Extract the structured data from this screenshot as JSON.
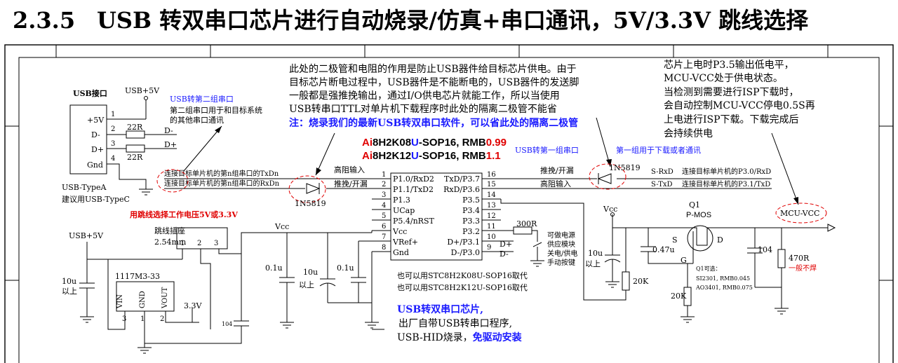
{
  "heading": {
    "number": "2.3.5",
    "title": "USB 转双串口芯片进行自动烧录/仿真+串口通讯，5V/3.3V 跳线选择"
  },
  "colors": {
    "blue": "#1a1aff",
    "red": "#e00000",
    "ink": "#000000"
  },
  "usb": {
    "title": "USB接口",
    "vcc": "USB+5V",
    "pins": [
      "+5V",
      "D-",
      "D+",
      "Gnd"
    ],
    "pin_numbers": [
      "1",
      "2",
      "3",
      "4"
    ],
    "r1": "22R",
    "r2": "22R",
    "dm": "D-",
    "dp": "D+",
    "type_line1": "USB-TypeA",
    "type_line2": "建议用USB-TypeC"
  },
  "group2": {
    "title": "USB转第二组串口",
    "desc_line1": "第二组串口用于和目标系统",
    "desc_line2": "的其他串口通讯",
    "rxd_label": "连接目标单片机的第n组串口的TxDn",
    "txd_label": "连接目标单片机的第n组串口的RxDn"
  },
  "diode_note": {
    "lines": [
      "此处的二极管和电阻的作用是防止USB器件给目标芯片供电。由于",
      "目标芯片断电过程中，USB器件是不能断电的，USB器件的发送脚",
      "一般都是强推挽输出，通过I/O供电芯片就能工作，所以当使用",
      "USB转串口TTL对单片机下载程序时此处的隔离二极管不能省"
    ],
    "highlight": "注：烧录我们的最新USB转双串口软件，可以省此处的隔离二极管"
  },
  "chip": {
    "name1_prefix": "Ai",
    "name1_mid": "8H2K08",
    "name1_u": "U",
    "name1_rest": "-SOP16, RMB",
    "name1_price": "0.99",
    "name2_prefix": "Ai",
    "name2_mid": "8H2K12",
    "name2_u": "U",
    "name2_rest": "-SOP16, RMB",
    "name2_price": "1.1",
    "left_pins": [
      {
        "num": "1",
        "name": "P1.0/RxD2"
      },
      {
        "num": "2",
        "name": "P1.1/TxD2"
      },
      {
        "num": "3",
        "name": "P1.3"
      },
      {
        "num": "4",
        "name": "UCap"
      },
      {
        "num": "5",
        "name": "P5.4/nRST"
      },
      {
        "num": "6",
        "name": "Vcc"
      },
      {
        "num": "7",
        "name": "VRef+"
      },
      {
        "num": "8",
        "name": "Gnd"
      }
    ],
    "right_pins": [
      {
        "num": "16",
        "name": "TxD/P3.7"
      },
      {
        "num": "15",
        "name": "RxD/P3.6"
      },
      {
        "num": "14",
        "name": "P3.5"
      },
      {
        "num": "13",
        "name": "P3.4"
      },
      {
        "num": "12",
        "name": "P3.3"
      },
      {
        "num": "11",
        "name": "P3.2"
      },
      {
        "num": "10",
        "name": "D+/P3.1"
      },
      {
        "num": "9",
        "name": "D-/P3.0"
      }
    ],
    "hiz_in": "高阻输入",
    "pp_od": "推挽/开漏",
    "d_plus": "D+",
    "d_minus": "D-",
    "alt1": "也可以用STC8H2K08U-SOP16取代",
    "alt2": "也可以用STC8H2K12U-SOP16取代"
  },
  "diode": {
    "left": "1N5819",
    "right": "1N5819"
  },
  "group1": {
    "title": "USB转第一组串口",
    "desc": "第一组用于下载或者通讯",
    "pp_od": "推挽/开漏",
    "hiz_in": "高阻输入",
    "srxd": "S-RxD",
    "stxd": "S-TxD",
    "rxd_label": "连接目标单片机的P3.0/RxD",
    "txd_label": "连接目标单片机的P3.1/TxD"
  },
  "power_note": {
    "lines": [
      "芯片上电时P3.5输出低电平，",
      "MCU-VCC处于供电状态。",
      "当检测到需要进行ISP下载时，",
      "会自动控制MCU-VCC停电0.5S再",
      "上电进行ISP下载。下载完成后",
      "会持续供电"
    ]
  },
  "jumper": {
    "title": "用跳线选择工作电压5V或3.3V",
    "name": "跳线插座",
    "pitch": "2.54mm",
    "pins": [
      "1",
      "2",
      "3"
    ],
    "vcc": "Vcc",
    "usb5v": "USB+5V"
  },
  "ldo": {
    "name": "1117M3-33",
    "vin": "VIN",
    "gnd": "GND",
    "vout": "VOUT",
    "pins": [
      "3",
      "1",
      "2"
    ],
    "out": "3.3V",
    "c_in": "10u",
    "c_in2": "以上",
    "c_out": "104"
  },
  "caps": {
    "c1": "0.1u",
    "c2": "10u",
    "c2b": "以上",
    "c3": "0.1u"
  },
  "button": {
    "r": "300R",
    "lines": [
      "可做电源",
      "供应模块",
      "关电/供电",
      "手动按键"
    ]
  },
  "chip_note": {
    "line1": "USB转双串口芯片,",
    "line2": "出厂自带USB转串口程序,",
    "line3": "USB-HID烧录，",
    "line3b": "免驱动安装"
  },
  "mos": {
    "vcc": "Vcc",
    "q": "Q1",
    "type": "P-MOS",
    "s": "S",
    "d": "D",
    "g": "G",
    "c1": "10u",
    "c1b": "以上",
    "c2": "0.47u",
    "r1": "20K",
    "r2": "20K",
    "c3": "104",
    "r3": "470R",
    "r3_note": "一般不焊",
    "opt_title": "Q1可选：",
    "opt1": "SI2301, RMB0.045",
    "opt2": "AO3401, RMB0.075",
    "out": "MCU-VCC"
  }
}
